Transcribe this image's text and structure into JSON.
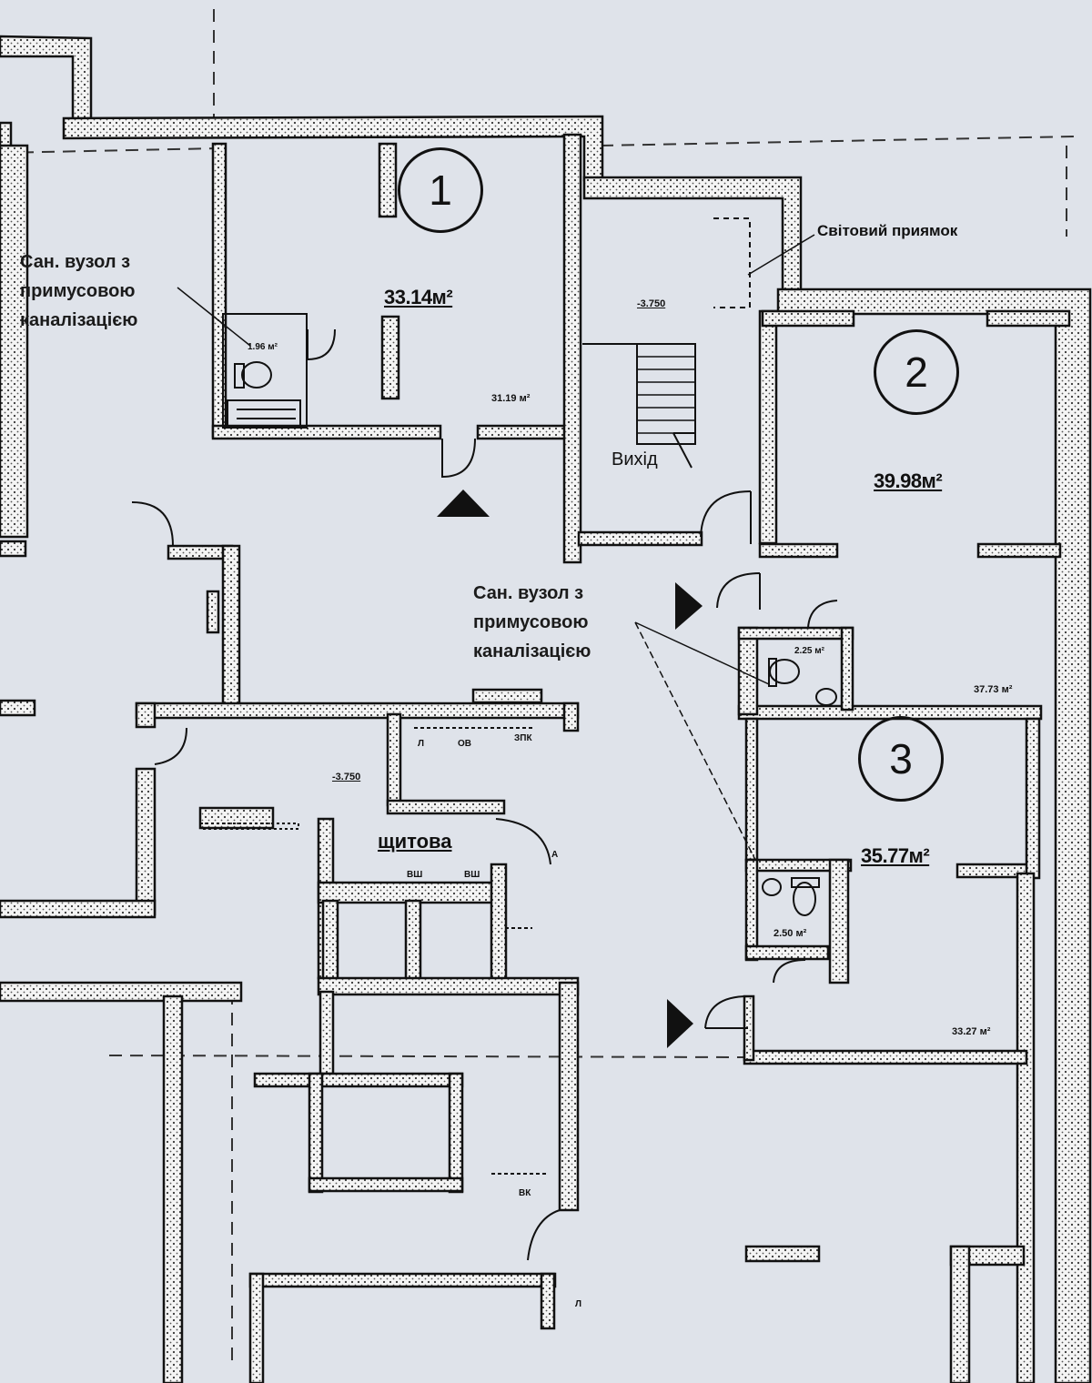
{
  "rooms": [
    {
      "number": "1",
      "total_area": "33.14м²",
      "net_area": "31.19 м²",
      "wc_area": "1.96 м²"
    },
    {
      "number": "2",
      "total_area": "39.98м²",
      "net_area": "37.73 м²",
      "wc_area": "2.25 м²"
    },
    {
      "number": "3",
      "total_area": "35.77м²",
      "net_area": "33.27 м²",
      "wc_area": "2.50 м²"
    }
  ],
  "labels": {
    "sanvuzol_1": "Сан. вузол з примусовою каналізацією",
    "sanvuzol_2": "Сан. вузол з примусовою каналізацією",
    "svitovyi_pryiamok": "Світовий приямок",
    "exit": "Вихід",
    "level_1": "-3.750",
    "level_2": "-3.750",
    "shchytova": "щитова",
    "l": "Л",
    "ov": "ОВ",
    "zpk": "ЗПК",
    "a": "А",
    "vsh1": "ВШ",
    "vsh2": "ВШ",
    "vk": "ВК",
    "l2": "Л"
  },
  "colors": {
    "paper": "#dfe3ea",
    "ink": "#111111",
    "wall_fill": "#ffffff"
  }
}
